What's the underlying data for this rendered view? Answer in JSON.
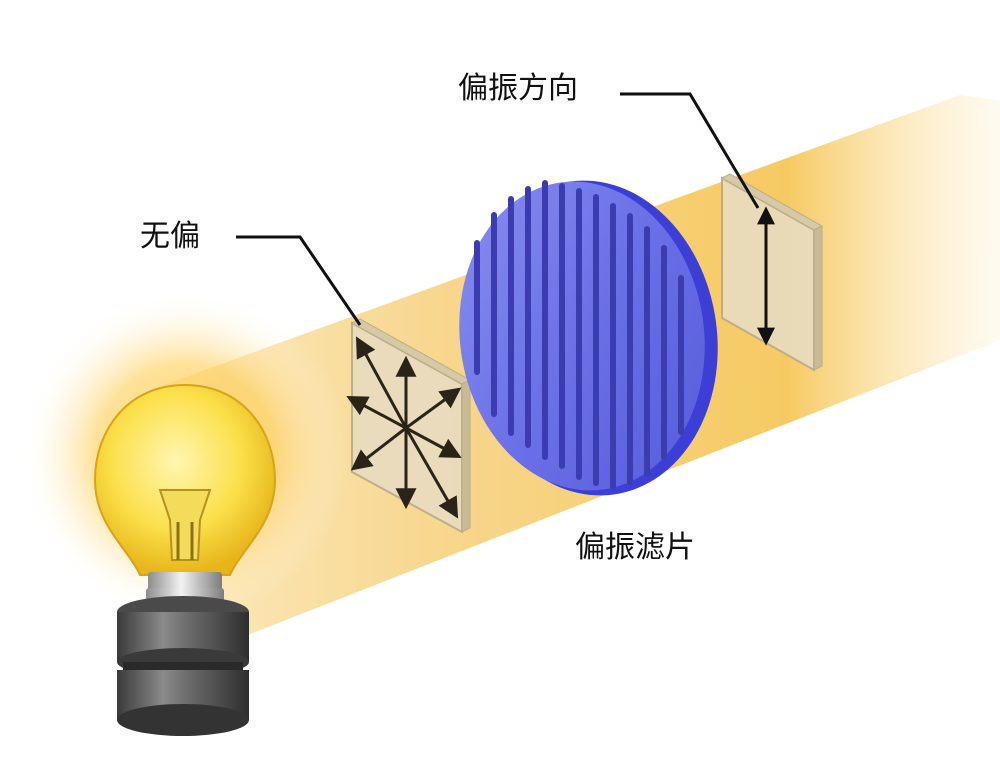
{
  "labels": {
    "unpolarized": "无偏",
    "polarization_direction": "偏振方向",
    "polarizing_filter": "偏振滤片"
  },
  "colors": {
    "beam": "#f6c75a",
    "filter_face": "#6a70e6",
    "filter_edge": "#3b3fd6",
    "filter_slit": "#3a3cb0",
    "plate": "#e6dcc0",
    "bulb_glass": "#fbe04a",
    "bulb_base": "#5a5a5a",
    "leader_line": "#111111"
  },
  "icons": {
    "light_source": "light-bulb-icon",
    "unpolarized_arrows": "multi-direction-arrows-icon",
    "polarized_arrow": "double-headed-vertical-arrow-icon"
  }
}
